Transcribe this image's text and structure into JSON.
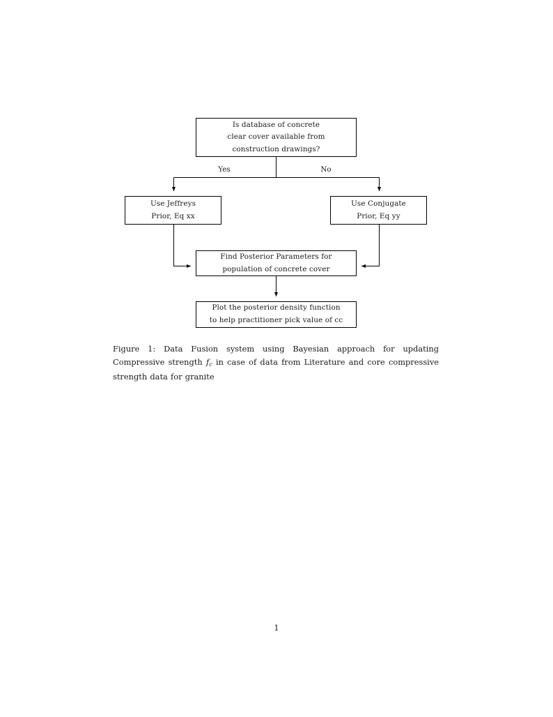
{
  "document": {
    "page_number": "1"
  },
  "figure": {
    "caption_label": "Figure 1:",
    "caption_text_part1": "Data Fusion system using Bayesian approach for updating Compressive strength",
    "caption_math": "f",
    "caption_math_sub": "c",
    "caption_text_part2": "in case of data from Literature and core compressive strength data for granite",
    "line_color": "#000000",
    "box_fill": "#ffffff",
    "text_color": "#1a1a1a"
  },
  "flowchart": {
    "nodes": [
      {
        "id": "question",
        "name": "decision-database-available",
        "lines": [
          "Is database of concrete",
          "clear cover available from",
          "construction drawings?"
        ]
      },
      {
        "id": "jeffreys",
        "name": "process-use-jeffreys-prior",
        "lines": [
          "Use Jeffreys",
          "Prior, Eq xx"
        ]
      },
      {
        "id": "conjugate",
        "name": "process-use-conjugate-prior",
        "lines": [
          "Use Conjugate",
          "Prior, Eq yy"
        ]
      },
      {
        "id": "posterior",
        "name": "process-find-posterior-parameters",
        "lines": [
          "Find Posterior Parameters for",
          "population of concrete cover"
        ]
      },
      {
        "id": "plot",
        "name": "process-plot-posterior-density",
        "lines": [
          "Plot the posterior density function",
          "to help practitioner pick value of cc"
        ]
      }
    ],
    "branches": [
      {
        "id": "yes",
        "label": "Yes"
      },
      {
        "id": "no",
        "label": "No"
      }
    ]
  }
}
